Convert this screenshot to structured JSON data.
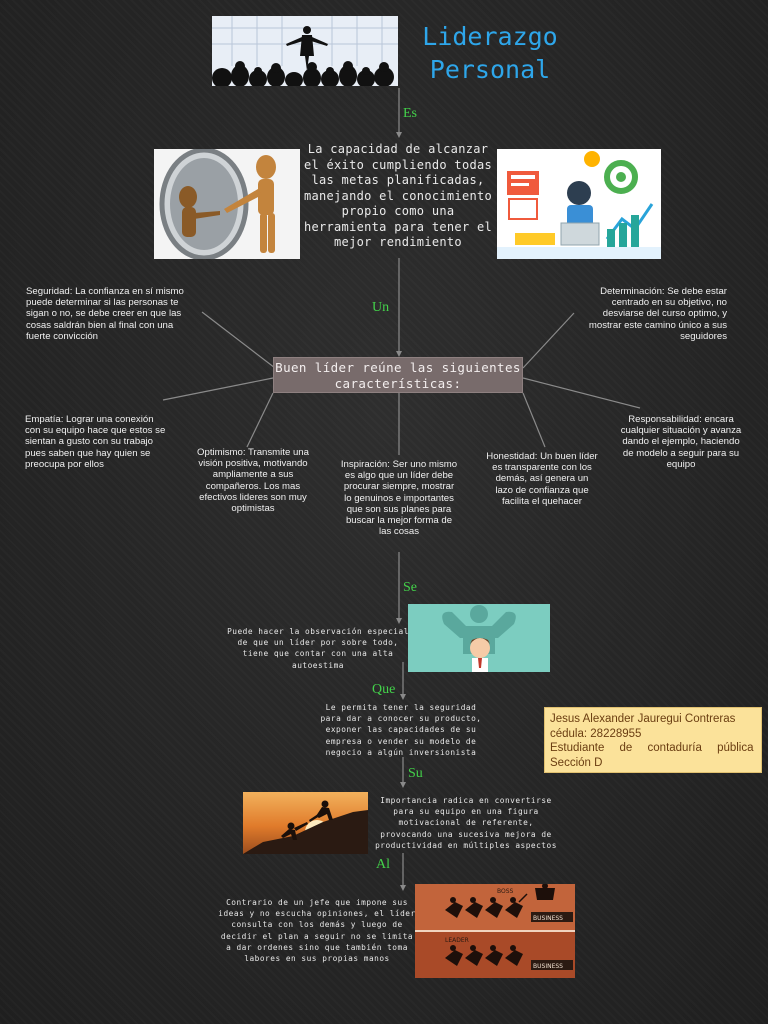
{
  "title": {
    "line1": "Liderazgo",
    "line2": "Personal"
  },
  "connectors": {
    "es": "Es",
    "un": "Un",
    "se": "Se",
    "que": "Que",
    "su": "Su",
    "al": "Al"
  },
  "definition": "La capacidad de alcanzar el éxito cumpliendo todas las metas planificadas, manejando el conocimiento propio como una herramienta para tener el mejor rendimiento",
  "central": "Buen líder reúne las siguientes características:",
  "traits": {
    "seguridad": "Seguridad: La confianza en sí mismo puede determinar si las personas te sigan o no, se debe creer en que las cosas saldrán bien al final con una fuerte convicción",
    "determinacion": "Determinación: Se debe estar centrado en su objetivo, no desviarse del curso optimo, y mostrar este camino único a sus seguidores",
    "empatia": "Empatía: Lograr una conexión con su equipo hace que estos se sientan a gusto con su trabajo pues saben que hay quien se preocupa por ellos",
    "optimismo": "Optimismo: Transmite una visión positiva, motivando ampliamente a sus compañeros. Los mas efectivos lideres son muy optimistas",
    "inspiracion": "Inspiración: Ser uno mismo es algo que un líder debe procurar siempre, mostrar lo genuinos e importantes que son sus planes para buscar la mejor forma de las cosas",
    "honestidad": "Honestidad: Un buen líder es transparente con los demás, así genera un lazo de confianza que facilita el quehacer",
    "responsabilidad": "Responsabilidad: encara cualquier situación y avanza dando el ejemplo, haciendo de modelo a seguir para su equipo"
  },
  "observacion": "Puede hacer la observación especial de que un líder por sobre todo, tiene que contar con una alta autoestima",
  "seguridad_producto": "Le permita tener la seguridad para dar a conocer su producto, exponer las capacidades de su empresa o vender su modelo de negocio a algún inversionista",
  "importancia": "Importancia radica en convertirse para su equipo en una figura motivacional de referente, provocando una sucesiva mejora de productividad en múltiples aspectos",
  "contrario": "Contrario de un jefe que impone sus ideas y no escucha opiniones, el líder consulta con los demás y luego de decidir el plan a seguir no se limita a dar ordenes sino que también toma labores en sus propias manos",
  "author": {
    "name": "Jesus Alexander Jauregui Contreras",
    "cedula": "cédula: 28228955",
    "estudiante": "Estudiante de contaduría pública",
    "seccion": "Sección D"
  },
  "image_labels": {
    "boss": "BOSS",
    "business": "BUSINESS",
    "leader": "LEADER"
  },
  "colors": {
    "background": "#262626",
    "title": "#2ea6ea",
    "connector": "#43d14a",
    "central_box": "#786b6b",
    "card": "#fbe29a",
    "card_text": "#6b3e12"
  }
}
